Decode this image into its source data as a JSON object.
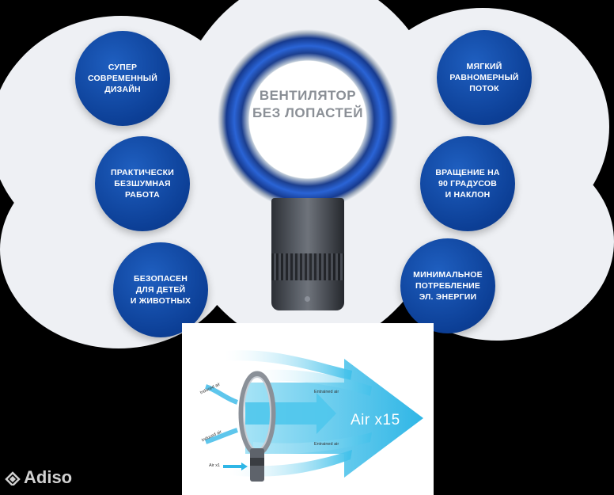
{
  "center": {
    "title": "ВЕНТИЛЯТОР\nБЕЗ ЛОПАСТЕЙ"
  },
  "features": {
    "left": [
      "СУПЕР\nСОВРЕМЕННЫЙ\nДИЗАЙН",
      "ПРАКТИЧЕСКИ\nБЕЗШУМНАЯ\nРАБОТА",
      "БЕЗОПАСЕН\nДЛЯ ДЕТЕЙ\nИ ЖИВОТНЫХ"
    ],
    "right": [
      "МЯГКИЙ\nРАВНОМЕРНЫЙ\nПОТОК",
      "ВРАЩЕНИЕ НА\n90 ГРАДУСОВ\nИ НАКЛОН",
      "МИНИМАЛЬНОЕ\nПОТРЕБЛЕНИЕ\nЭЛ. ЭНЕРГИИ"
    ]
  },
  "diagram": {
    "air_label": "Air x15",
    "induced_1": "Induced air",
    "induced_2": "Induced air",
    "entrained_1": "Entrained air",
    "entrained_2": "Entrained air",
    "air_in": "Air x1"
  },
  "watermark": "Adiso",
  "colors": {
    "bubble": "#0c3f96",
    "ring": "#2a64d6",
    "cloud": "#eef0f4",
    "arrow": "#44c3ea"
  }
}
